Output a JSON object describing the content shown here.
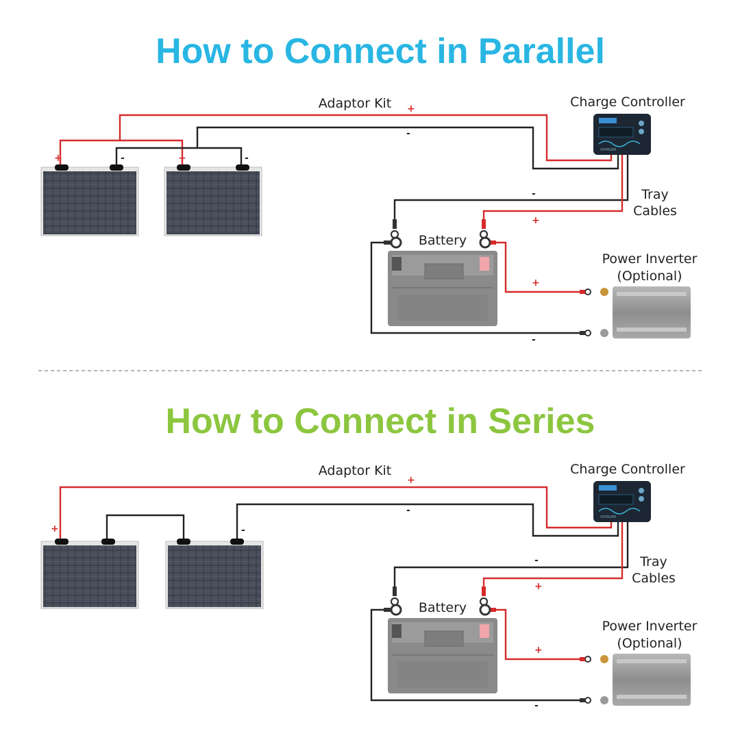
{
  "colors": {
    "title_parallel": "#29b6e3",
    "title_series": "#8cc63f",
    "wire_positive": "#d62a2a",
    "wire_negative": "#222222",
    "divider": "#9a9a9a",
    "panel_cell": "#3b3f4a",
    "battery_body": "#8a8a8a",
    "inverter_body": "#9c9c9c",
    "controller_body": "#1c2733"
  },
  "sections": [
    {
      "title": "How to Connect in Parallel",
      "mode": "parallel",
      "labels": {
        "adaptor_kit": "Adaptor Kit",
        "charge_controller": "Charge Controller",
        "tray_cables_line1": "Tray",
        "tray_cables_line2": "Cables",
        "battery": "Battery",
        "power_inverter_line1": "Power Inverter",
        "power_inverter_line2": "(Optional)"
      },
      "signs": {
        "plus": "+",
        "minus": "-"
      }
    },
    {
      "title": "How to Connect in Series",
      "mode": "series",
      "labels": {
        "adaptor_kit": "Adaptor Kit",
        "charge_controller": "Charge Controller",
        "tray_cables_line1": "Tray",
        "tray_cables_line2": "Cables",
        "battery": "Battery",
        "power_inverter_line1": "Power Inverter",
        "power_inverter_line2": "(Optional)"
      },
      "signs": {
        "plus": "+",
        "minus": "-"
      }
    }
  ],
  "controller_brand": "VOYAGER",
  "icons": [
    "solar-panel",
    "charge-controller",
    "battery",
    "power-inverter",
    "ring-terminal"
  ]
}
